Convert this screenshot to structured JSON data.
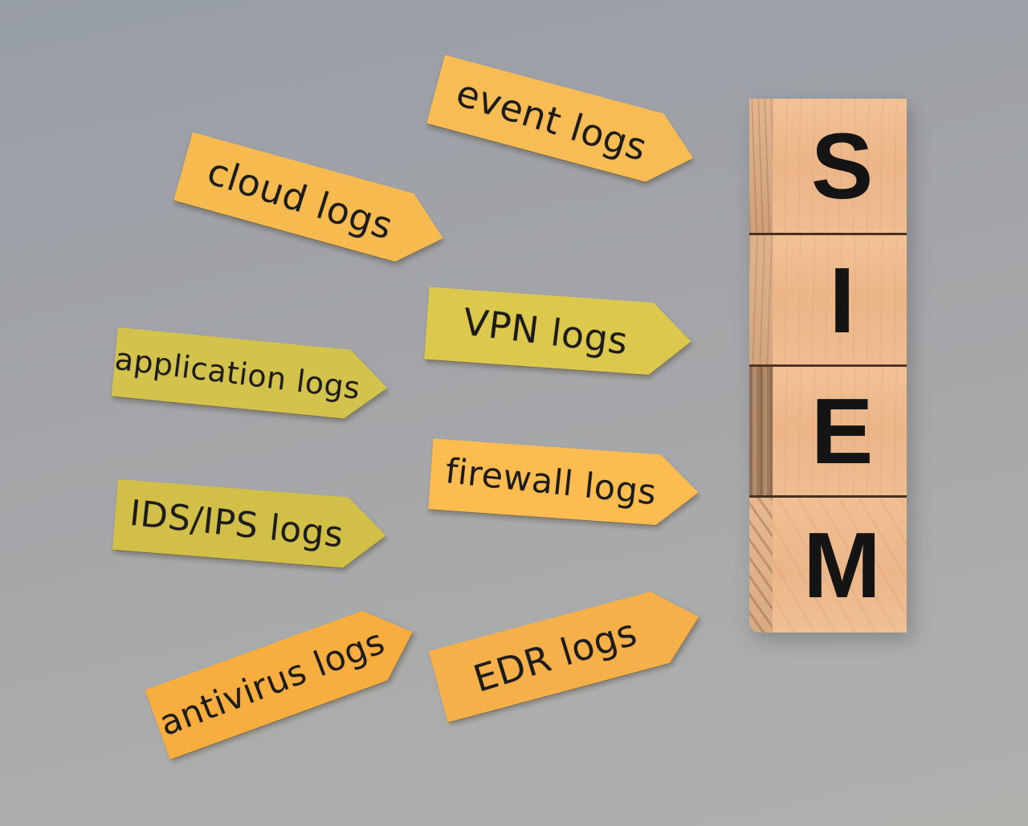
{
  "background_color": "#a4a6a9",
  "arrows": [
    {
      "label": "cloud logs",
      "color": "#f6ba4f"
    },
    {
      "label": "event logs",
      "color": "#f7bc53"
    },
    {
      "label": "application logs",
      "color": "#d3c24b"
    },
    {
      "label": "VPN logs",
      "color": "#ddc84e"
    },
    {
      "label": "firewall logs",
      "color": "#fcbc4f"
    },
    {
      "label": "IDS/IPS logs",
      "color": "#d2bf48"
    },
    {
      "label": "antivirus logs",
      "color": "#f8ad3f"
    },
    {
      "label": "EDR logs",
      "color": "#f6b04a"
    }
  ],
  "blocks": {
    "word": "SIEM",
    "letters": [
      "S",
      "I",
      "E",
      "M"
    ],
    "letter_color": "#141414",
    "wood_color": "#ecb588"
  }
}
